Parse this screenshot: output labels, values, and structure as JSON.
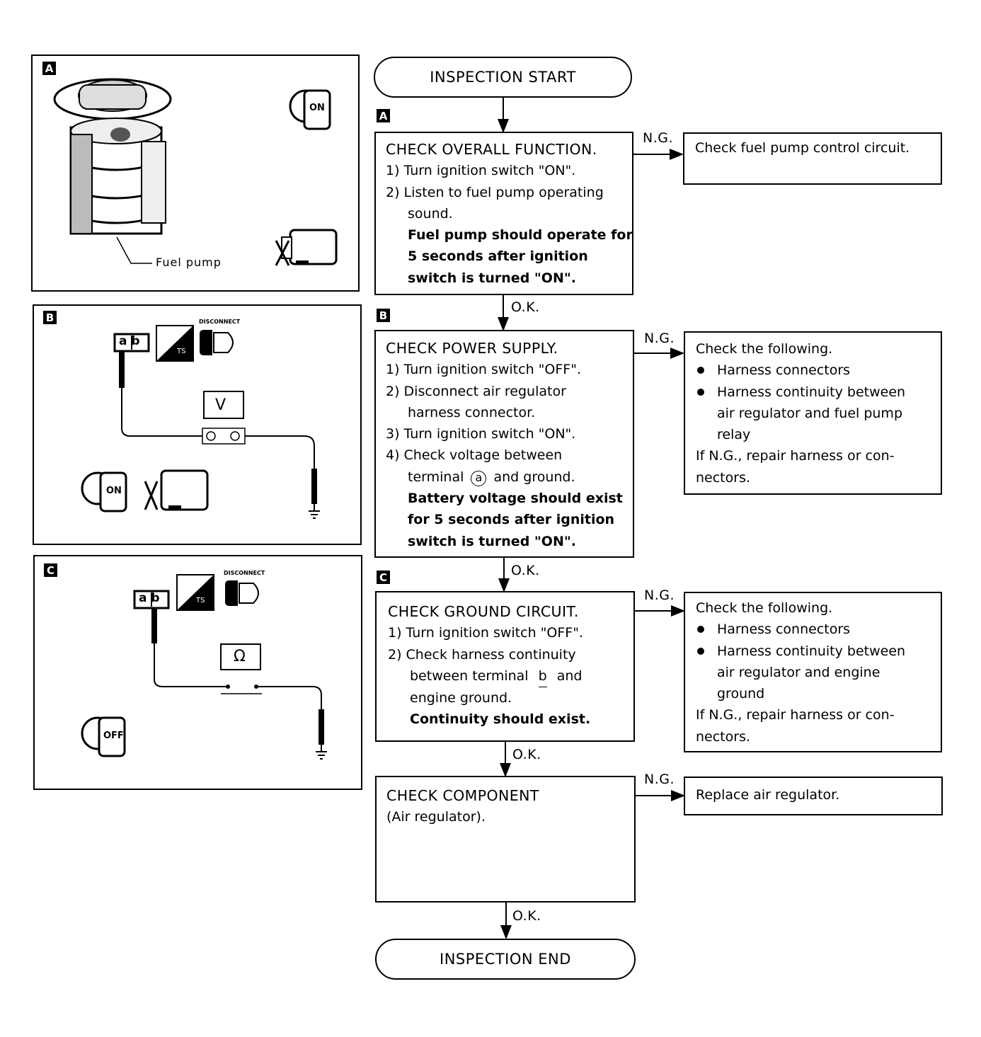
{
  "flow": {
    "start": "INSPECTION START",
    "end": "INSPECTION END",
    "ok": "O.K.",
    "ng": "N.G.",
    "section_a": "A",
    "section_b": "B",
    "section_c": "C",
    "step1": {
      "title": "CHECK OVERALL FUNCTION.",
      "l1": "1)  Turn ignition switch \"ON\".",
      "l2": "2)  Listen to fuel pump operating",
      "l3": "sound.",
      "b1": "Fuel pump should operate for",
      "b2": "5 seconds after ignition",
      "b3": "switch is turned \"ON\"."
    },
    "step2": {
      "title": "CHECK POWER SUPPLY.",
      "l1": "1)  Turn ignition switch \"OFF\".",
      "l2": "2)  Disconnect air regulator",
      "l3": "harness connector.",
      "l4": "3)  Turn ignition switch \"ON\".",
      "l5": "4)  Check voltage between",
      "l6a": "terminal",
      "l6term": "a",
      "l6b": "and ground.",
      "b1": "Battery voltage should exist",
      "b2": "for 5 seconds after ignition",
      "b3": "switch is turned \"ON\"."
    },
    "step3": {
      "title": "CHECK GROUND CIRCUIT.",
      "l1": "1)  Turn ignition switch \"OFF\".",
      "l2": "2)  Check harness continuity",
      "l3a": "between terminal",
      "l3term": "b",
      "l3b": "and",
      "l4": "engine ground.",
      "b1": "Continuity should exist."
    },
    "step4": {
      "title": "CHECK COMPONENT",
      "l1": "(Air regulator)."
    },
    "res1": {
      "l1": "Check fuel pump control circuit."
    },
    "res2": {
      "l1": "Check the following.",
      "bul1": "Harness connectors",
      "bul2": "Harness continuity between",
      "c1": "air regulator and fuel pump",
      "c2": "relay",
      "l2": "If N.G., repair harness or con-",
      "l3": "nectors."
    },
    "res3": {
      "l1": "Check the following.",
      "bul1": "Harness connectors",
      "bul2": "Harness continuity between",
      "c1": "air regulator and engine",
      "c2": "ground",
      "l2": "If N.G., repair harness or con-",
      "l3": "nectors."
    },
    "res4": {
      "l1": "Replace air regulator."
    }
  },
  "panels": {
    "a": {
      "label": "A",
      "fuel_pump": "Fuel pump",
      "key": "ON"
    },
    "b": {
      "label": "B",
      "disconnect": "DISCONNECT",
      "ts": "TS",
      "meter": "V",
      "key": "ON",
      "term_a": "a",
      "term_b": "b"
    },
    "c": {
      "label": "C",
      "disconnect": "DISCONNECT",
      "ts": "TS",
      "meter": "Ω",
      "key": "OFF",
      "term_a": "a",
      "term_b": "b"
    }
  }
}
